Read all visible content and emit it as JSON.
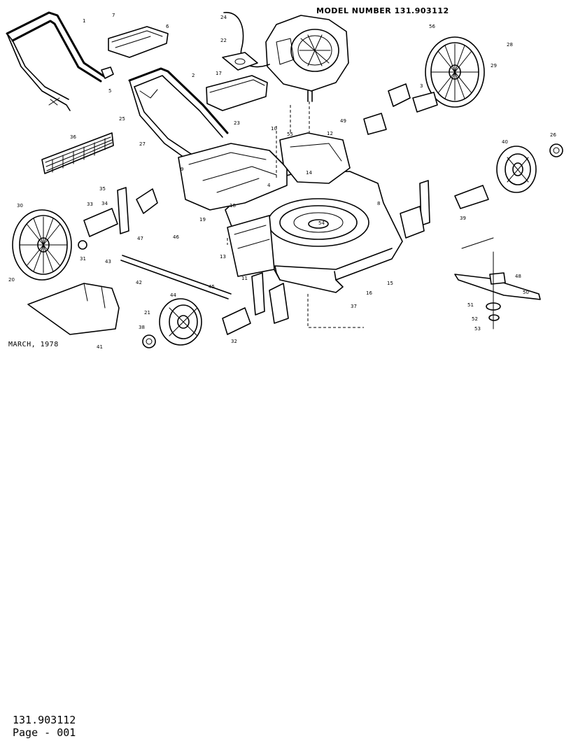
{
  "model_header": "MODEL NUMBER 131.903112",
  "date_label": "MARCH, 1978",
  "footer": {
    "part_number": "131.903112",
    "page": "Page - 001"
  },
  "callouts": [
    {
      "id": "c1",
      "text": "1"
    },
    {
      "id": "c2",
      "text": "2"
    },
    {
      "id": "c3",
      "text": "3"
    },
    {
      "id": "c4",
      "text": "4"
    },
    {
      "id": "c5",
      "text": "5"
    },
    {
      "id": "c6",
      "text": "6"
    },
    {
      "id": "c7",
      "text": "7"
    },
    {
      "id": "c8",
      "text": "8"
    },
    {
      "id": "c9",
      "text": "9"
    },
    {
      "id": "c10",
      "text": "10"
    },
    {
      "id": "c11",
      "text": "11"
    },
    {
      "id": "c12",
      "text": "12"
    },
    {
      "id": "c13",
      "text": "13"
    },
    {
      "id": "c14",
      "text": "14"
    },
    {
      "id": "c15",
      "text": "15"
    },
    {
      "id": "c16",
      "text": "16"
    },
    {
      "id": "c17",
      "text": "17"
    },
    {
      "id": "c18",
      "text": "18"
    },
    {
      "id": "c19",
      "text": "19"
    },
    {
      "id": "c20",
      "text": "20"
    },
    {
      "id": "c21",
      "text": "21"
    },
    {
      "id": "c22",
      "text": "22"
    },
    {
      "id": "c23",
      "text": "23"
    },
    {
      "id": "c24",
      "text": "24"
    },
    {
      "id": "c25",
      "text": "25"
    },
    {
      "id": "c26",
      "text": "26"
    },
    {
      "id": "c27",
      "text": "27"
    },
    {
      "id": "c28",
      "text": "28"
    },
    {
      "id": "c29",
      "text": "29"
    },
    {
      "id": "c30",
      "text": "30"
    },
    {
      "id": "c31",
      "text": "31"
    },
    {
      "id": "c32",
      "text": "32"
    },
    {
      "id": "c33",
      "text": "33"
    },
    {
      "id": "c34",
      "text": "34"
    },
    {
      "id": "c35",
      "text": "35"
    },
    {
      "id": "c36",
      "text": "36"
    },
    {
      "id": "c37",
      "text": "37"
    },
    {
      "id": "c38",
      "text": "38"
    },
    {
      "id": "c39",
      "text": "39"
    },
    {
      "id": "c40",
      "text": "40"
    },
    {
      "id": "c41",
      "text": "41"
    },
    {
      "id": "c42",
      "text": "42"
    },
    {
      "id": "c43",
      "text": "43"
    },
    {
      "id": "c44",
      "text": "44"
    },
    {
      "id": "c45",
      "text": "45"
    },
    {
      "id": "c46",
      "text": "46"
    },
    {
      "id": "c47",
      "text": "47"
    },
    {
      "id": "c48",
      "text": "48"
    },
    {
      "id": "c49",
      "text": "49"
    },
    {
      "id": "c50",
      "text": "50"
    },
    {
      "id": "c51",
      "text": "51"
    },
    {
      "id": "c52",
      "text": "52"
    },
    {
      "id": "c53",
      "text": "53"
    },
    {
      "id": "c54",
      "text": "54"
    },
    {
      "id": "c55",
      "text": "55"
    },
    {
      "id": "c56",
      "text": "56"
    }
  ]
}
